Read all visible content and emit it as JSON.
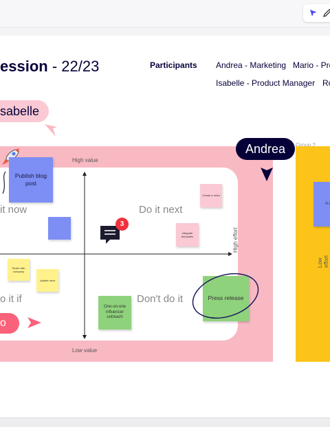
{
  "board": {
    "title_bold": "ession",
    "title_rest": " - 22/23",
    "participants_label": "Participants",
    "participants": [
      "Andrea - Marketing",
      "Mario - Pro",
      "Isabelle - Product Manager",
      "Ro"
    ]
  },
  "cursors": {
    "isabelle": "sabelle",
    "andrea": "Andrea"
  },
  "matrix": {
    "high_value": "High value",
    "low_value": "Low value",
    "high_effort": "High effort",
    "quadrants": [
      "it now",
      "Do it next",
      "o it if",
      "Don't do it"
    ],
    "group2_label": "Group 2",
    "group2_axis": "Low effort"
  },
  "stickies": {
    "publish_blog": "Publish blog post",
    "create_video": "Create a video",
    "integrate_templates": "Integrate templates",
    "share_company": "Share with company",
    "update_docs": "Update docs",
    "influencer": "One-on-one influencer outreach",
    "press_release": "Press release",
    "group2_partial": "A di"
  },
  "comments": {
    "count": "3"
  },
  "misc": {
    "pill_text": "o"
  },
  "colors": {
    "frame_pink": "#f9b9c3",
    "sticky_blue": "#7d8ef5",
    "sticky_yellow": "#fff28c",
    "sticky_green": "#8fd27c",
    "sticky_pink": "#fbc9d3",
    "yellow_frame": "#fcc419",
    "ink": "#050038"
  }
}
